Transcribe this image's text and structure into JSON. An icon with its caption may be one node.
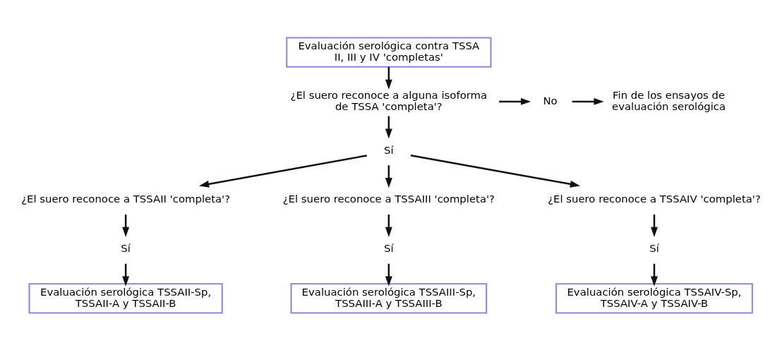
{
  "diagram": {
    "nodes": [
      {
        "text": [
          "Evaluación serológica contra TSSA II, III y IV 'completas'"
        ]
      },
      {
        "text": [
          "¿El suero reconoce a alguna isoforma de TSSA 'completa'?"
        ]
      },
      {
        "text": [
          "No"
        ]
      },
      {
        "text": [
          "Fin de los ensayos de evaluación serológica"
        ]
      },
      {
        "text": [
          "Sí"
        ]
      },
      {
        "text": [
          "¿El suero reconoce a TSSAII 'completa'?"
        ]
      },
      {
        "text": [
          "¿El suero reconoce a TSSAIII 'completa'?"
        ]
      },
      {
        "text": [
          "¿El suero reconoce a TSSAIV 'completa'?"
        ]
      },
      {
        "text": [
          "Sí"
        ]
      },
      {
        "text": [
          "Sí"
        ]
      },
      {
        "text": [
          "Sí"
        ]
      },
      {
        "text": [
          "Evaluación serológica TSSAII-Sp, TSSAII-A y TSSAII-B"
        ]
      },
      {
        "text": [
          "Evaluación serológica TSSAIII-Sp, TSSAIII-A y TSSAIII-B"
        ]
      },
      {
        "text": [
          "Evaluación serológica TSSAIV-Sp, TSSAIV-A y TSSAIV-B"
        ]
      }
    ],
    "edges": [
      {
        "from": 0,
        "to": 1,
        "arrow": "to"
      },
      {
        "from": 1,
        "to": 2,
        "arrow": "to"
      },
      {
        "from": 2,
        "to": 3,
        "arrow": "to"
      },
      {
        "from": 1,
        "to": 4,
        "arrow": "to"
      },
      {
        "from": 4,
        "to": 5,
        "arrow": "to"
      },
      {
        "from": 4,
        "to": 6,
        "arrow": "to"
      },
      {
        "from": 4,
        "to": 7,
        "arrow": "to"
      },
      {
        "from": 5,
        "to": 8,
        "arrow": "to"
      },
      {
        "from": 8,
        "to": 11,
        "arrow": "to"
      },
      {
        "from": 6,
        "to": 9,
        "arrow": "to"
      },
      {
        "from": 9,
        "to": 12,
        "arrow": "to"
      },
      {
        "from": 7,
        "to": 10,
        "arrow": "to"
      },
      {
        "from": 10,
        "to": 13,
        "arrow": "to"
      }
    ]
  }
}
